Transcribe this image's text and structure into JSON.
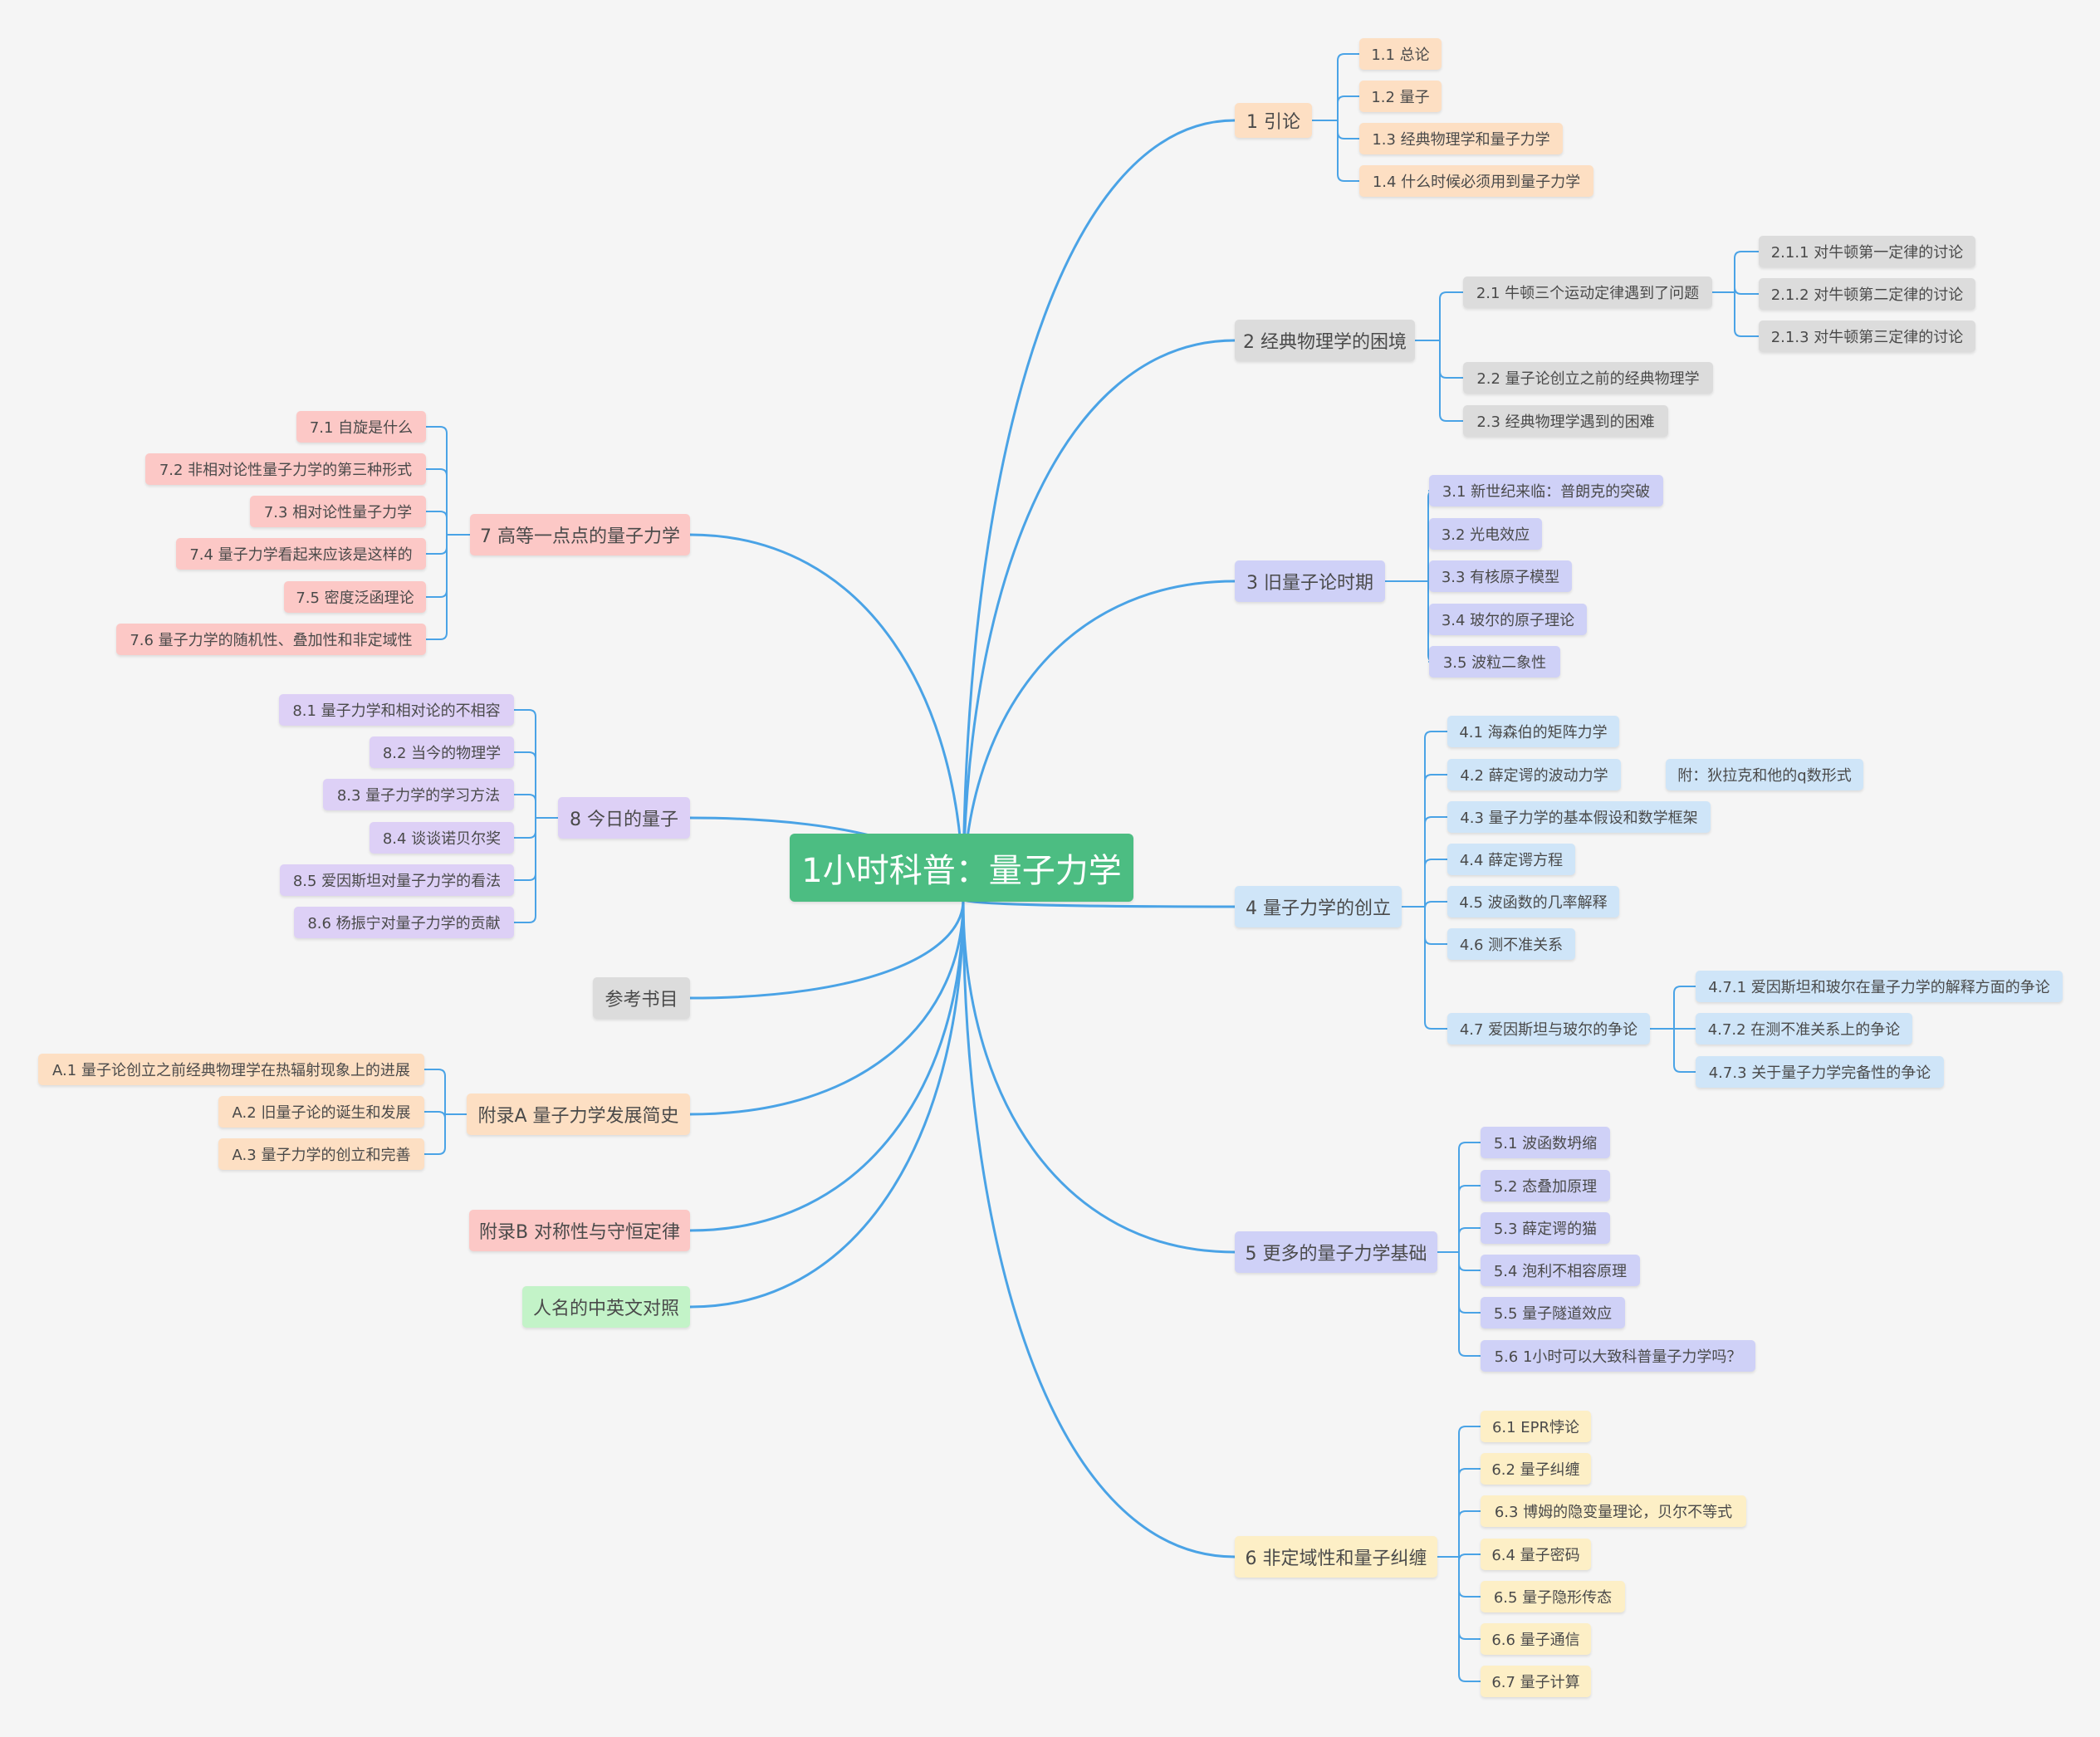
{
  "central": {
    "id": "root",
    "label": "1小时科普：量子力学"
  },
  "branches": [
    {
      "id": "b1",
      "label": "1 引论",
      "color": "c-orange",
      "children": [
        {
          "id": "b1_1",
          "label": "1.1 总论"
        },
        {
          "id": "b1_2",
          "label": "1.2 量子"
        },
        {
          "id": "b1_3",
          "label": "1.3 经典物理学和量子力学"
        },
        {
          "id": "b1_4",
          "label": "1.4 什么时候必须用到量子力学"
        }
      ]
    },
    {
      "id": "b2",
      "label": "2 经典物理学的困境",
      "color": "c-gray",
      "children": [
        {
          "id": "b2_1",
          "label": "2.1 牛顿三个运动定律遇到了问题",
          "children": [
            {
              "id": "b2_1_1",
              "label": "2.1.1 对牛顿第一定律的讨论"
            },
            {
              "id": "b2_1_2",
              "label": "2.1.2 对牛顿第二定律的讨论"
            },
            {
              "id": "b2_1_3",
              "label": "2.1.3 对牛顿第三定律的讨论"
            }
          ]
        },
        {
          "id": "b2_2",
          "label": "2.2 量子论创立之前的经典物理学"
        },
        {
          "id": "b2_3",
          "label": "2.3 经典物理学遇到的困难"
        }
      ]
    },
    {
      "id": "b3",
      "label": "3 旧量子论时期",
      "color": "c-blue",
      "children": [
        {
          "id": "b3_1",
          "label": "3.1 新世纪来临：普朗克的突破"
        },
        {
          "id": "b3_2",
          "label": "3.2 光电效应"
        },
        {
          "id": "b3_3",
          "label": "3.3 有核原子模型"
        },
        {
          "id": "b3_4",
          "label": "3.4 玻尔的原子理论"
        },
        {
          "id": "b3_5",
          "label": "3.5 波粒二象性"
        }
      ]
    },
    {
      "id": "b4",
      "label": "4 量子力学的创立",
      "color": "c-lblue",
      "children": [
        {
          "id": "b4_1",
          "label": "4.1 海森伯的矩阵力学"
        },
        {
          "id": "b4_2",
          "label": "4.2 薛定谔的波动力学",
          "children": [
            {
              "id": "b4_2_1",
              "label": "附：狄拉克和他的q数形式"
            }
          ]
        },
        {
          "id": "b4_3",
          "label": "4.3 量子力学的基本假设和数学框架"
        },
        {
          "id": "b4_4",
          "label": "4.4 薛定谔方程"
        },
        {
          "id": "b4_5",
          "label": "4.5 波函数的几率解释"
        },
        {
          "id": "b4_6",
          "label": "4.6 测不准关系"
        },
        {
          "id": "b4_7",
          "label": "4.7 爱因斯坦与玻尔的争论",
          "children": [
            {
              "id": "b4_7_1",
              "label": "4.7.1 爱因斯坦和玻尔在量子力学的解释方面的争论"
            },
            {
              "id": "b4_7_2",
              "label": "4.7.2 在测不准关系上的争论"
            },
            {
              "id": "b4_7_3",
              "label": "4.7.3 关于量子力学完备性的争论"
            }
          ]
        }
      ]
    },
    {
      "id": "b5",
      "label": "5 更多的量子力学基础",
      "color": "c-blue",
      "children": [
        {
          "id": "b5_1",
          "label": "5.1 波函数坍缩"
        },
        {
          "id": "b5_2",
          "label": "5.2 态叠加原理"
        },
        {
          "id": "b5_3",
          "label": "5.3 薛定谔的猫"
        },
        {
          "id": "b5_4",
          "label": "5.4 泡利不相容原理"
        },
        {
          "id": "b5_5",
          "label": "5.5 量子隧道效应"
        },
        {
          "id": "b5_6",
          "label": "5.6 1小时可以大致科普量子力学吗？"
        }
      ]
    },
    {
      "id": "b6",
      "label": "6 非定域性和量子纠缠",
      "color": "c-yellow",
      "children": [
        {
          "id": "b6_1",
          "label": "6.1 EPR悖论"
        },
        {
          "id": "b6_2",
          "label": "6.2 量子纠缠"
        },
        {
          "id": "b6_3",
          "label": "6.3 博姆的隐变量理论，贝尔不等式"
        },
        {
          "id": "b6_4",
          "label": "6.4 量子密码"
        },
        {
          "id": "b6_5",
          "label": "6.5 量子隐形传态"
        },
        {
          "id": "b6_6",
          "label": "6.6 量子通信"
        },
        {
          "id": "b6_7",
          "label": "6.7 量子计算"
        }
      ]
    },
    {
      "id": "b7",
      "label": "7 高等一点点的量子力学",
      "color": "c-pink",
      "children": [
        {
          "id": "b7_1",
          "label": "7.1 自旋是什么"
        },
        {
          "id": "b7_2",
          "label": "7.2 非相对论性量子力学的第三种形式"
        },
        {
          "id": "b7_3",
          "label": "7.3 相对论性量子力学"
        },
        {
          "id": "b7_4",
          "label": "7.4 量子力学看起来应该是这样的"
        },
        {
          "id": "b7_5",
          "label": "7.5 密度泛函理论"
        },
        {
          "id": "b7_6",
          "label": "7.6 量子力学的随机性、叠加性和非定域性"
        }
      ]
    },
    {
      "id": "b8",
      "label": "8 今日的量子",
      "color": "c-purple",
      "children": [
        {
          "id": "b8_1",
          "label": "8.1 量子力学和相对论的不相容"
        },
        {
          "id": "b8_2",
          "label": "8.2 当今的物理学"
        },
        {
          "id": "b8_3",
          "label": "8.3 量子力学的学习方法"
        },
        {
          "id": "b8_4",
          "label": "8.4 谈谈诺贝尔奖"
        },
        {
          "id": "b8_5",
          "label": "8.5 爱因斯坦对量子力学的看法"
        },
        {
          "id": "b8_6",
          "label": "8.6 杨振宁对量子力学的贡献"
        }
      ]
    },
    {
      "id": "b9",
      "label": "参考书目",
      "color": "c-gray",
      "children": []
    },
    {
      "id": "b10",
      "label": "附录A 量子力学发展简史",
      "color": "c-orange",
      "children": [
        {
          "id": "b10_1",
          "label": "A.1 量子论创立之前经典物理学在热辐射现象上的进展"
        },
        {
          "id": "b10_2",
          "label": "A.2 旧量子论的诞生和发展"
        },
        {
          "id": "b10_3",
          "label": "A.3 量子力学的创立和完善"
        }
      ]
    },
    {
      "id": "b11",
      "label": "附录B 对称性与守恒定律",
      "color": "c-pink",
      "children": []
    },
    {
      "id": "b12",
      "label": "人名的中英文对照",
      "color": "c-green",
      "children": []
    }
  ],
  "colors": {
    "connector": "#4aa3e6",
    "central_bg": "#4cbd82",
    "orange": "#fddfc3",
    "gray": "#dcdcdc",
    "blue": "#cfd1f7",
    "light_blue": "#cfe5f8",
    "purple": "#ddd0f6",
    "yellow": "#fdefc6",
    "pink": "#fcc8c6",
    "green": "#c3f3c8"
  }
}
